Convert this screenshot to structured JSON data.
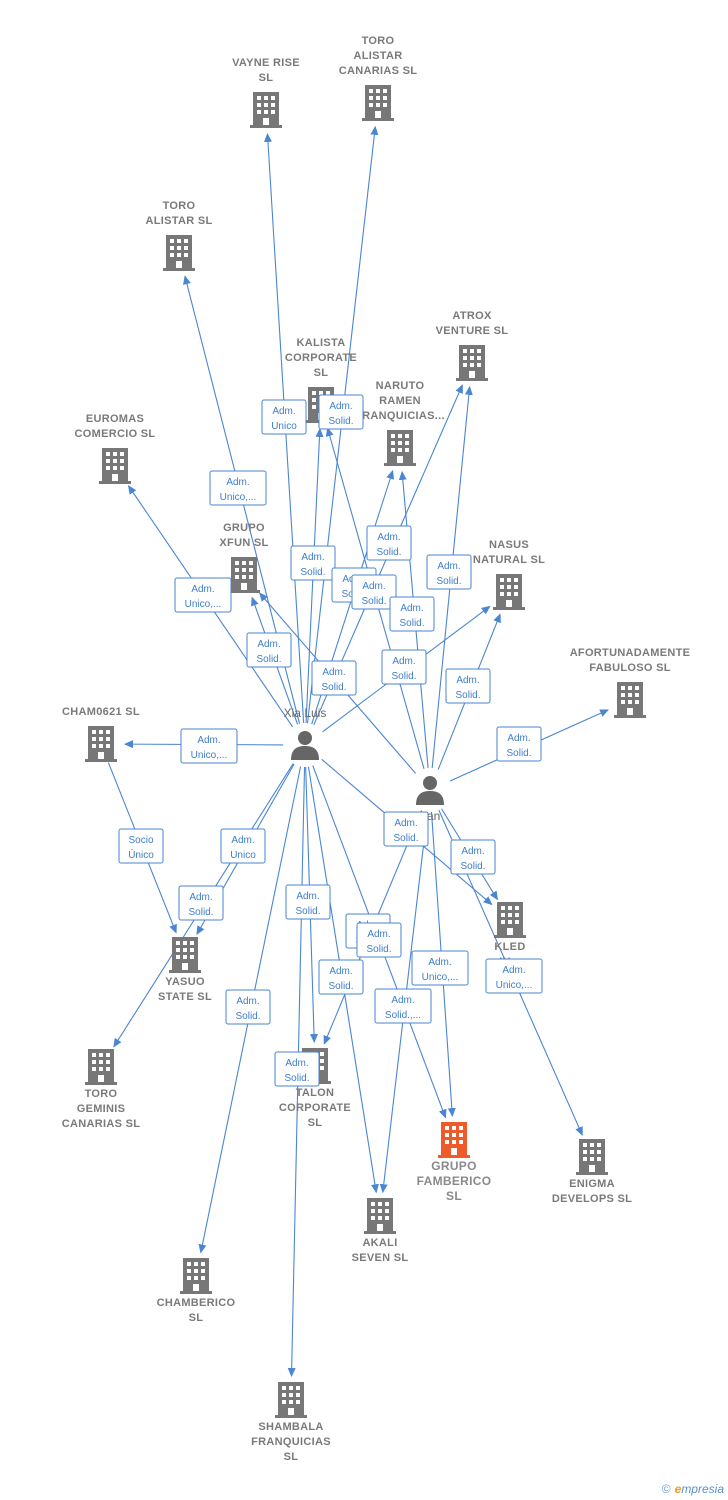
{
  "companies": [
    {
      "id": "vayne",
      "lines": [
        "VAYNE RISE",
        "SL"
      ],
      "focus": false
    },
    {
      "id": "toro-alistar-canarias",
      "lines": [
        "TORO",
        "ALISTAR",
        "CANARIAS  SL"
      ],
      "focus": false
    },
    {
      "id": "toro-alistar",
      "lines": [
        "TORO",
        "ALISTAR  SL"
      ],
      "focus": false
    },
    {
      "id": "atrox",
      "lines": [
        "ATROX",
        "VENTURE  SL"
      ],
      "focus": false
    },
    {
      "id": "kalista",
      "lines": [
        "KALISTA",
        "CORPORATE",
        "SL"
      ],
      "focus": false
    },
    {
      "id": "naruto",
      "lines": [
        "NARUTO",
        "RAMEN",
        "FRANQUICIAS..."
      ],
      "focus": false
    },
    {
      "id": "euromas",
      "lines": [
        "EUROMAS",
        "COMERCIO  SL"
      ],
      "focus": false
    },
    {
      "id": "grupo-xfun",
      "lines": [
        "GRUPO",
        "XFUN  SL"
      ],
      "focus": false
    },
    {
      "id": "nasus",
      "lines": [
        "NASUS",
        "NATURAL  SL"
      ],
      "focus": false
    },
    {
      "id": "afortunadamente",
      "lines": [
        "AFORTUNADAMENTE",
        "FABULOSO  SL"
      ],
      "focus": false
    },
    {
      "id": "cham0621",
      "lines": [
        "CHAM0621  SL"
      ],
      "focus": false
    },
    {
      "id": "kled",
      "lines": [
        "KLED",
        "IN..."
      ],
      "focus": false
    },
    {
      "id": "yasuo",
      "lines": [
        "YASUO",
        "STATE  SL"
      ],
      "focus": false
    },
    {
      "id": "toro-geminis",
      "lines": [
        "TORO",
        "GEMINIS",
        "CANARIAS  SL"
      ],
      "focus": false
    },
    {
      "id": "talon",
      "lines": [
        "TALON",
        "CORPORATE",
        "SL"
      ],
      "focus": false
    },
    {
      "id": "grupo-famberico",
      "lines": [
        "GRUPO",
        "FAMBERICO",
        "SL"
      ],
      "focus": true
    },
    {
      "id": "enigma",
      "lines": [
        "ENIGMA",
        "DEVELOPS  SL"
      ],
      "focus": false
    },
    {
      "id": "akali",
      "lines": [
        "AKALI",
        "SEVEN  SL"
      ],
      "focus": false
    },
    {
      "id": "chamberico",
      "lines": [
        "CHAMBERICO",
        "SL"
      ],
      "focus": false
    },
    {
      "id": "shambala",
      "lines": [
        "SHAMBALA",
        "FRANQUICIAS",
        "SL"
      ],
      "focus": false
    }
  ],
  "persons": [
    {
      "id": "xia",
      "label": "Xia Luis"
    },
    {
      "id": "fan",
      "label": "Fan"
    }
  ],
  "edges": [
    {
      "from": "xia",
      "to": "vayne"
    },
    {
      "from": "xia",
      "to": "toro-alistar-canarias"
    },
    {
      "from": "xia",
      "to": "toro-alistar"
    },
    {
      "from": "xia",
      "to": "euromas"
    },
    {
      "from": "xia",
      "to": "grupo-xfun"
    },
    {
      "from": "xia",
      "to": "kalista"
    },
    {
      "from": "xia",
      "to": "naruto"
    },
    {
      "from": "xia",
      "to": "atrox"
    },
    {
      "from": "xia",
      "to": "nasus"
    },
    {
      "from": "xia",
      "to": "cham0621"
    },
    {
      "from": "xia",
      "to": "yasuo"
    },
    {
      "from": "xia",
      "to": "toro-geminis"
    },
    {
      "from": "xia",
      "to": "talon"
    },
    {
      "from": "xia",
      "to": "chamberico"
    },
    {
      "from": "xia",
      "to": "shambala"
    },
    {
      "from": "xia",
      "to": "akali"
    },
    {
      "from": "xia",
      "to": "grupo-famberico"
    },
    {
      "from": "xia",
      "to": "kled"
    },
    {
      "from": "cham0621",
      "to": "yasuo"
    },
    {
      "from": "fan",
      "to": "kalista"
    },
    {
      "from": "fan",
      "to": "naruto"
    },
    {
      "from": "fan",
      "to": "atrox"
    },
    {
      "from": "fan",
      "to": "nasus"
    },
    {
      "from": "fan",
      "to": "afortunadamente"
    },
    {
      "from": "fan",
      "to": "grupo-xfun"
    },
    {
      "from": "fan",
      "to": "kled"
    },
    {
      "from": "fan",
      "to": "enigma"
    },
    {
      "from": "fan",
      "to": "grupo-famberico"
    },
    {
      "from": "fan",
      "to": "akali"
    },
    {
      "from": "fan",
      "to": "talon"
    }
  ],
  "relations": [
    {
      "lines": [
        "Adm.",
        "Unico"
      ]
    },
    {
      "lines": [
        "Adm.",
        "Solid."
      ]
    },
    {
      "lines": [
        "Adm.",
        "Unico,..."
      ]
    },
    {
      "lines": [
        "Adm.",
        "Unico,..."
      ]
    },
    {
      "lines": [
        "Adm.",
        "Solid."
      ]
    },
    {
      "lines": [
        "Adm.",
        "Solid."
      ]
    },
    {
      "lines": [
        "Adm.",
        "Solid."
      ]
    },
    {
      "lines": [
        "Adm.",
        "Solid."
      ]
    },
    {
      "lines": [
        "Adm.",
        "Solid."
      ]
    },
    {
      "lines": [
        "Adm.",
        "Solid."
      ]
    },
    {
      "lines": [
        "Adm.",
        "Solid."
      ]
    },
    {
      "lines": [
        "Adm.",
        "Solid."
      ]
    },
    {
      "lines": [
        "Adm.",
        "Solid."
      ]
    },
    {
      "lines": [
        "Adm.",
        "Solid."
      ]
    },
    {
      "lines": [
        "Adm.",
        "Solid."
      ]
    },
    {
      "lines": [
        "Adm.",
        "Unico,..."
      ]
    },
    {
      "lines": [
        "Socio",
        "Único"
      ]
    },
    {
      "lines": [
        "Adm.",
        "Unico"
      ]
    },
    {
      "lines": [
        "Adm.",
        "Solid."
      ]
    },
    {
      "lines": [
        "Adm.",
        "Solid."
      ]
    },
    {
      "lines": [
        "Adm.",
        "Solid."
      ]
    },
    {
      "lines": [
        "Adm.",
        "Solid."
      ]
    },
    {
      "lines": [
        "Adm.",
        "Solid."
      ]
    },
    {
      "lines": [
        "Adm.",
        "Solid."
      ]
    },
    {
      "lines": [
        "Adm.",
        "Solid.,..."
      ]
    },
    {
      "lines": [
        "Adm.",
        "Unico,..."
      ]
    },
    {
      "lines": [
        "Adm.",
        "Unico,..."
      ]
    },
    {
      "lines": [
        "Adm.",
        "Solid."
      ]
    },
    {
      "lines": [
        "Adm.",
        "Solid."
      ]
    },
    {
      "lines": [
        "Adm.",
        "Solid."
      ]
    }
  ],
  "watermark": {
    "copyright": "©",
    "brand": "mpresia",
    "brand_initial": "e"
  },
  "colors": {
    "edge": "#4a86d1",
    "building": "#777777",
    "focus_building": "#ef5a2a",
    "person": "#666666"
  }
}
